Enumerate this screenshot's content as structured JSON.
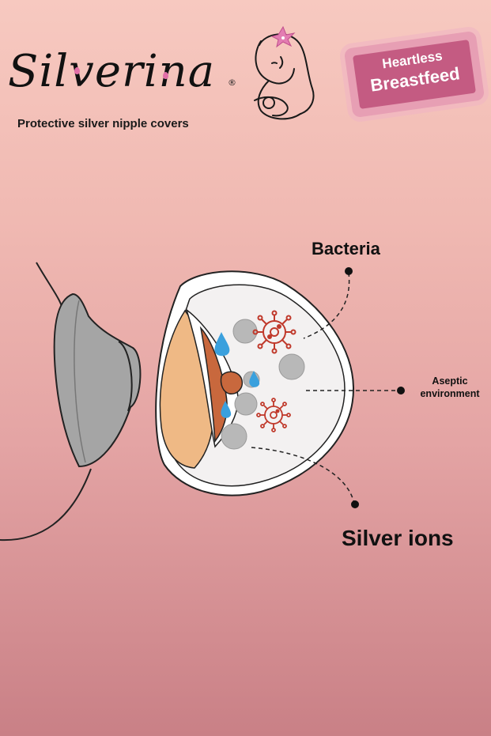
{
  "brand": {
    "name": "Silverina",
    "registered": "®",
    "tagline": "Protective silver nipple covers"
  },
  "badge": {
    "line1": "Heartless",
    "line2": "Breastfeed"
  },
  "diagram": {
    "labels": {
      "bacteria": "Bacteria",
      "aseptic_line1": "Aseptic",
      "aseptic_line2": "environment",
      "silver_ions": "Silver ions"
    },
    "colors": {
      "shield_grey": "#a5a5a5",
      "skin": "#efb985",
      "areola": "#c8683d",
      "silver_ion": "#b8b8b8",
      "milk_drop": "#3aa0dd",
      "bacteria": "#c0392b",
      "cover_white": "#f5f3f3"
    },
    "icons": [
      "woman-breastfeeding-icon",
      "lily-flower-icon",
      "bacteria-icon",
      "water-drop-icon",
      "silver-ion-icon"
    ]
  }
}
